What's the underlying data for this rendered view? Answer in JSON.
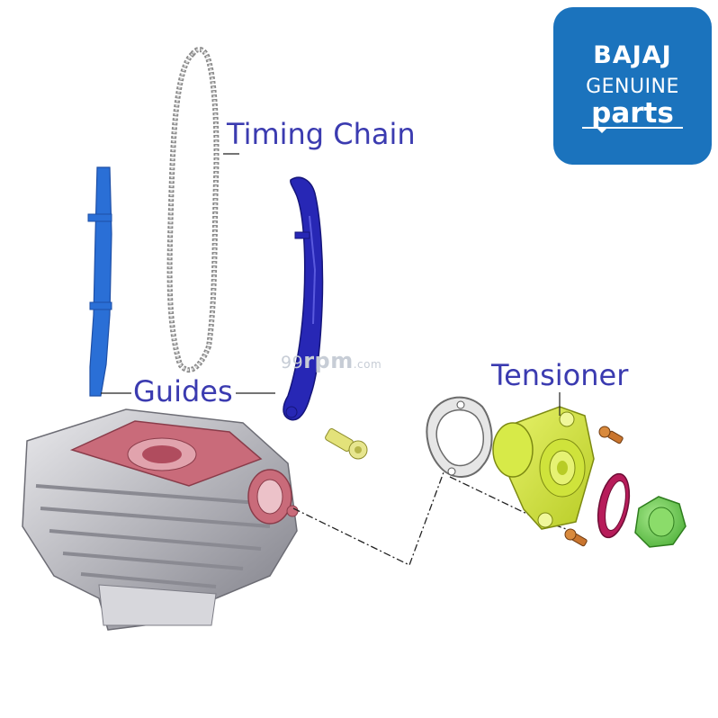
{
  "labels": {
    "timing_chain": "Timing Chain",
    "guides": "Guides",
    "tensioner": "Tensioner"
  },
  "logo": {
    "line1": "BAJAJ",
    "line2": "GENUINE",
    "line3": "parts",
    "background": "#1b73bd"
  },
  "watermark": {
    "prefix": "99",
    "main": "rpm",
    "suffix": ".com"
  },
  "colors": {
    "label_text": "#3b3bb0",
    "guide_blue": "#2a6fd6",
    "guide_dark": "#2727b5",
    "tensioner_yellow": "#d4ea3a",
    "cylinder_red": "#c96b7a",
    "cap_green": "#7fd35a",
    "gasket_ring": "#c2185b"
  },
  "icons": [
    "bajaj-genuine-parts-logo",
    "timing-chain-illustration",
    "guide-rail-illustration",
    "cylinder-block-illustration",
    "tensioner-illustration"
  ]
}
